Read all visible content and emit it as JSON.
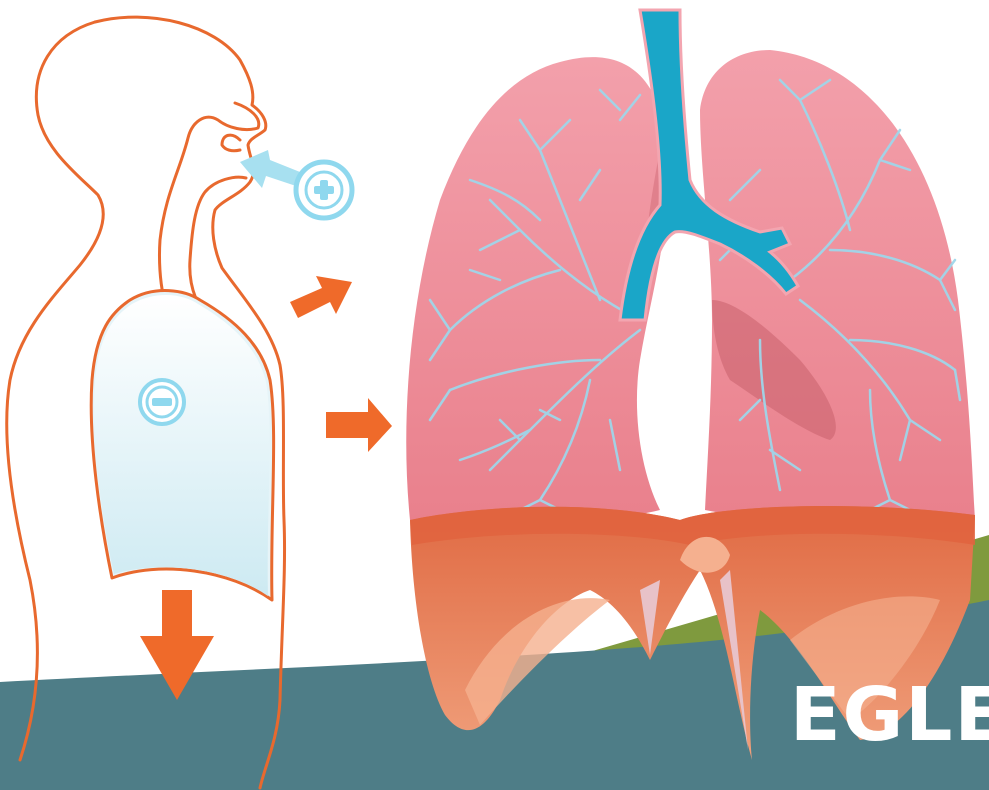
{
  "diagram": {
    "brand": {
      "text": "EGLE",
      "color": "#ffffff"
    },
    "signs": {
      "outside": "+",
      "inside": "−"
    },
    "colors": {
      "body_outline": "#e8692e",
      "arrow": "#ef6a2a",
      "airflow": "#8fd8ee",
      "chest_fill": "#d4eef5",
      "lung": "#e9808c",
      "lung_shade": "#c9606c",
      "trachea": "#1aa6c8",
      "bronchi_tree": "#9fd6ea",
      "diaphragm": "#e7875d",
      "diaphragm_light": "#f5b08f",
      "wave_teal": "#4e7d87",
      "wave_green": "#7f9a3e"
    },
    "icons": [
      "person-airway-outline",
      "inhale-arrow-icon",
      "plus-sign-icon",
      "minus-sign-icon",
      "down-arrow-icon",
      "right-arrow-icon",
      "lungs-illustration",
      "trachea",
      "diaphragm"
    ]
  }
}
